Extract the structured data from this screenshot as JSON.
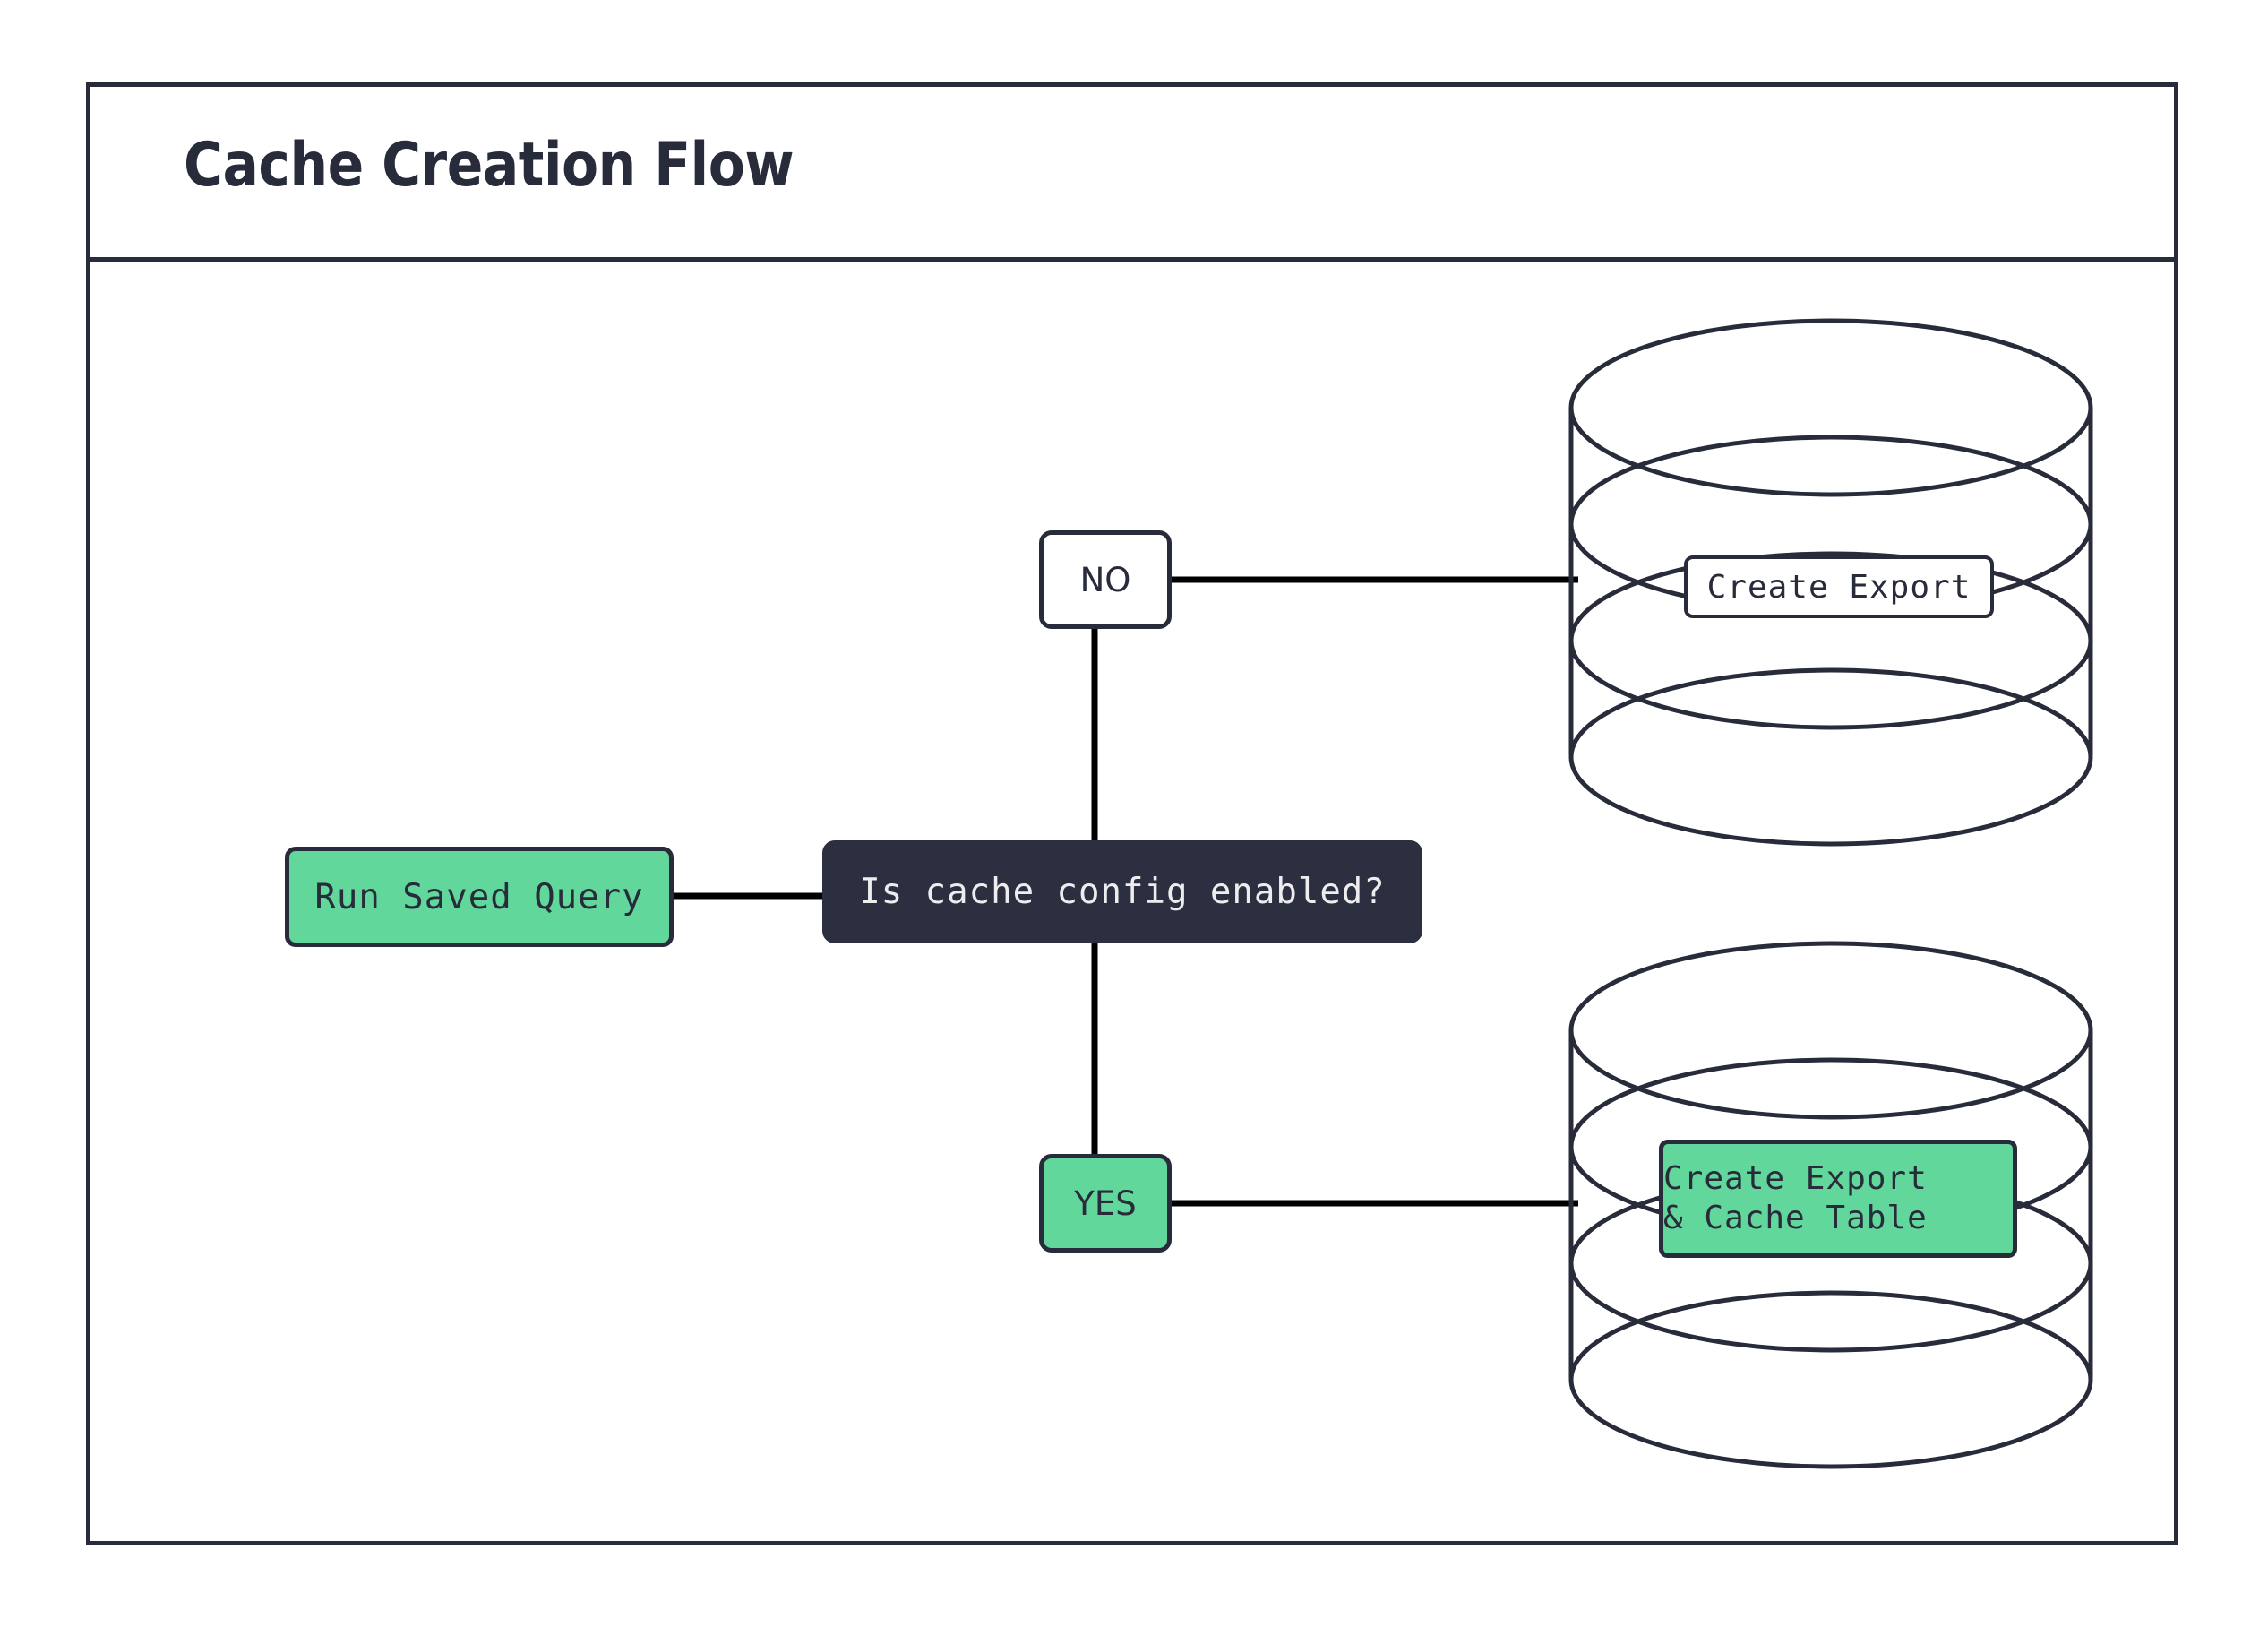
{
  "diagram": {
    "title": "Cache Creation Flow",
    "border_color": "#272B3A",
    "accent_green": "#62D79C",
    "dark_fill": "#2B2F3F",
    "connector_color": "#000000"
  },
  "nodes": {
    "run_saved_query": {
      "label": "Run Saved Query",
      "shape": "rounded-rect",
      "fill": "#62D79C"
    },
    "decision": {
      "label": "Is cache config enabled?",
      "shape": "rounded-rect",
      "fill": "#2B2F3F"
    },
    "branch_no": {
      "label": "NO",
      "shape": "rounded-rect",
      "fill": "#FFFFFF"
    },
    "branch_yes": {
      "label": "YES",
      "shape": "rounded-rect",
      "fill": "#62D79C"
    },
    "database_top": {
      "shape": "database-cylinder",
      "label": "Create Export",
      "label_fill": "#FFFFFF"
    },
    "database_bottom": {
      "shape": "database-cylinder",
      "label_line_1": "Create Export",
      "label_line_2": "& Cache Table",
      "label_fill": "#62D79C"
    }
  },
  "edges": [
    {
      "from": "run_saved_query",
      "to": "decision",
      "orientation": "horizontal"
    },
    {
      "from": "decision",
      "to": "branch_no",
      "orientation": "vertical"
    },
    {
      "from": "branch_no",
      "to": "database_top",
      "orientation": "horizontal"
    },
    {
      "from": "decision",
      "to": "branch_yes",
      "orientation": "vertical"
    },
    {
      "from": "branch_yes",
      "to": "database_bottom",
      "orientation": "horizontal"
    }
  ]
}
